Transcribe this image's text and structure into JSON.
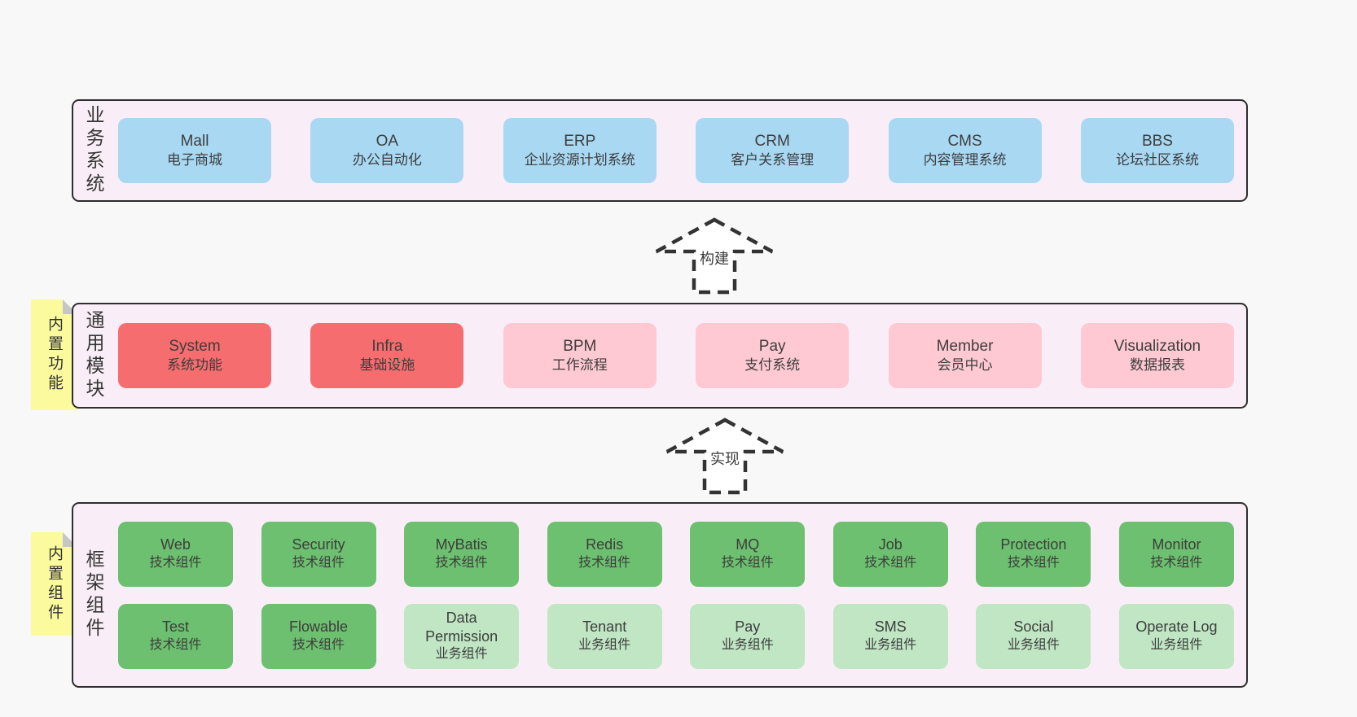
{
  "colors": {
    "pageBg": "#f8f8f8",
    "bandBg": "#f9eef7",
    "bandBorder": "#2e2e2e",
    "blue": "#a9d8f3",
    "red": "#f66d6f",
    "pink": "#fec9d2",
    "greenDark": "#6cc06f",
    "greenLight": "#c0e6c4",
    "sticky": "#fbfa9d",
    "stickyFold": "#c6c6c6",
    "text": "#3d3d3d",
    "arrow": "#333333"
  },
  "arrows": [
    {
      "label": "构建"
    },
    {
      "label": "实现"
    }
  ],
  "bands": [
    {
      "label": "业务系统",
      "boxes": [
        {
          "name": "Mall",
          "desc": "电子商城",
          "variant": "blue"
        },
        {
          "name": "OA",
          "desc": "办公自动化",
          "variant": "blue"
        },
        {
          "name": "ERP",
          "desc": "企业资源计划系统",
          "variant": "blue"
        },
        {
          "name": "CRM",
          "desc": "客户关系管理",
          "variant": "blue"
        },
        {
          "name": "CMS",
          "desc": "内容管理系统",
          "variant": "blue"
        },
        {
          "name": "BBS",
          "desc": "论坛社区系统",
          "variant": "blue"
        }
      ]
    },
    {
      "label": "通用模块",
      "sticky": "内置功能",
      "boxes": [
        {
          "name": "System",
          "desc": "系统功能",
          "variant": "red"
        },
        {
          "name": "Infra",
          "desc": "基础设施",
          "variant": "red"
        },
        {
          "name": "BPM",
          "desc": "工作流程",
          "variant": "pink"
        },
        {
          "name": "Pay",
          "desc": "支付系统",
          "variant": "pink"
        },
        {
          "name": "Member",
          "desc": "会员中心",
          "variant": "pink"
        },
        {
          "name": "Visualization",
          "desc": "数据报表",
          "variant": "pink"
        }
      ]
    },
    {
      "label": "框架组件",
      "sticky": "内置组件",
      "rows": [
        [
          {
            "name": "Web",
            "desc": "技术组件",
            "variant": "green"
          },
          {
            "name": "Security",
            "desc": "技术组件",
            "variant": "green"
          },
          {
            "name": "MyBatis",
            "desc": "技术组件",
            "variant": "green"
          },
          {
            "name": "Redis",
            "desc": "技术组件",
            "variant": "green"
          },
          {
            "name": "MQ",
            "desc": "技术组件",
            "variant": "green"
          },
          {
            "name": "Job",
            "desc": "技术组件",
            "variant": "green"
          },
          {
            "name": "Protection",
            "desc": "技术组件",
            "variant": "green"
          },
          {
            "name": "Monitor",
            "desc": "技术组件",
            "variant": "green"
          }
        ],
        [
          {
            "name": "Test",
            "desc": "技术组件",
            "variant": "green"
          },
          {
            "name": "Flowable",
            "desc": "技术组件",
            "variant": "green"
          },
          {
            "name": "Data Permission",
            "desc": "业务组件",
            "variant": "greenl"
          },
          {
            "name": "Tenant",
            "desc": "业务组件",
            "variant": "greenl"
          },
          {
            "name": "Pay",
            "desc": "业务组件",
            "variant": "greenl"
          },
          {
            "name": "SMS",
            "desc": "业务组件",
            "variant": "greenl"
          },
          {
            "name": "Social",
            "desc": "业务组件",
            "variant": "greenl"
          },
          {
            "name": "Operate Log",
            "desc": "业务组件",
            "variant": "greenl"
          }
        ]
      ]
    }
  ]
}
